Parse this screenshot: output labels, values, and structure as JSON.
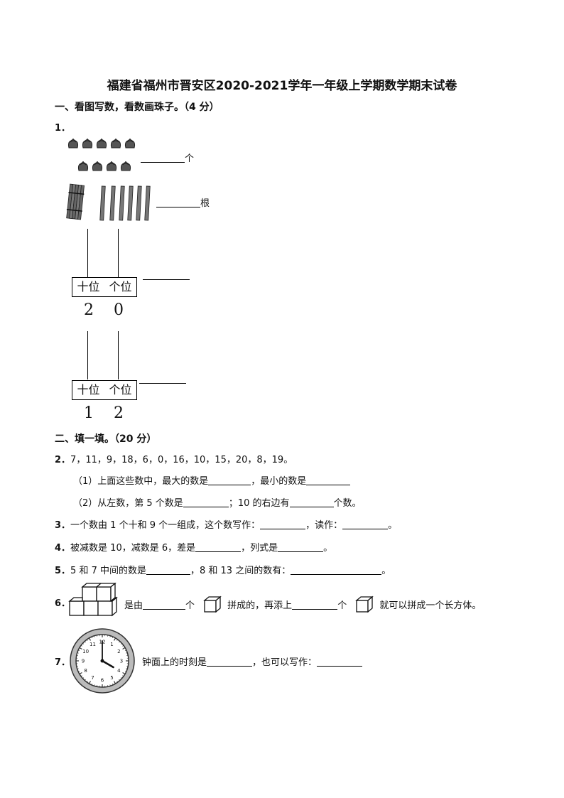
{
  "title": "福建省福州市晋安区2020-2021学年一年级上学期数学期末试卷",
  "section1": {
    "heading": "一、看图写数，看数画珠子。（4 分）",
    "q1_number": "1．",
    "acorn_unit": "个",
    "stick_unit": "根",
    "abacus1": {
      "tens_label": "十位",
      "ones_label": "个位",
      "tens_digit": "2",
      "ones_digit": "0"
    },
    "abacus2": {
      "tens_label": "十位",
      "ones_label": "个位",
      "tens_digit": "1",
      "ones_digit": "2"
    }
  },
  "section2": {
    "heading": "二、填一填。（20 分）",
    "q2": {
      "number": "2．",
      "text": "7，11，9，18，6，0，16，10，15，20，8，19。"
    },
    "q2_1": {
      "a": "（1）上面这些数中，最大的数是",
      "b": "，最小的数是"
    },
    "q2_2": {
      "a": "（2）从左数，第 5 个数是",
      "b": "；10 的右边有",
      "c": "个数。"
    },
    "q3": {
      "number": "3．",
      "a": "一个数由 1 个十和 9 个一组成，这个数写作：",
      "b": "，读作：",
      "c": "。"
    },
    "q4": {
      "number": "4．",
      "a": "被减数是 10，减数是 6，差是",
      "b": "，列式是",
      "c": "。"
    },
    "q5": {
      "number": "5．",
      "a": "5 和 7 中间的数是",
      "b": "，8 和 13 之间的数有：",
      "c": "。"
    },
    "q6": {
      "number": "6．",
      "a": "是由",
      "b": "个",
      "c": "拼成的，再添上",
      "d": "个",
      "e": "就可以拼成一个长方体。"
    },
    "q7": {
      "number": "7．",
      "a": "钟面上的时刻是",
      "b": "，也可以写作："
    }
  },
  "clock": {
    "numbers": [
      "12",
      "1",
      "2",
      "3",
      "4",
      "5",
      "6",
      "7",
      "8",
      "9",
      "10",
      "11"
    ],
    "hour": 4,
    "minute": 0
  }
}
